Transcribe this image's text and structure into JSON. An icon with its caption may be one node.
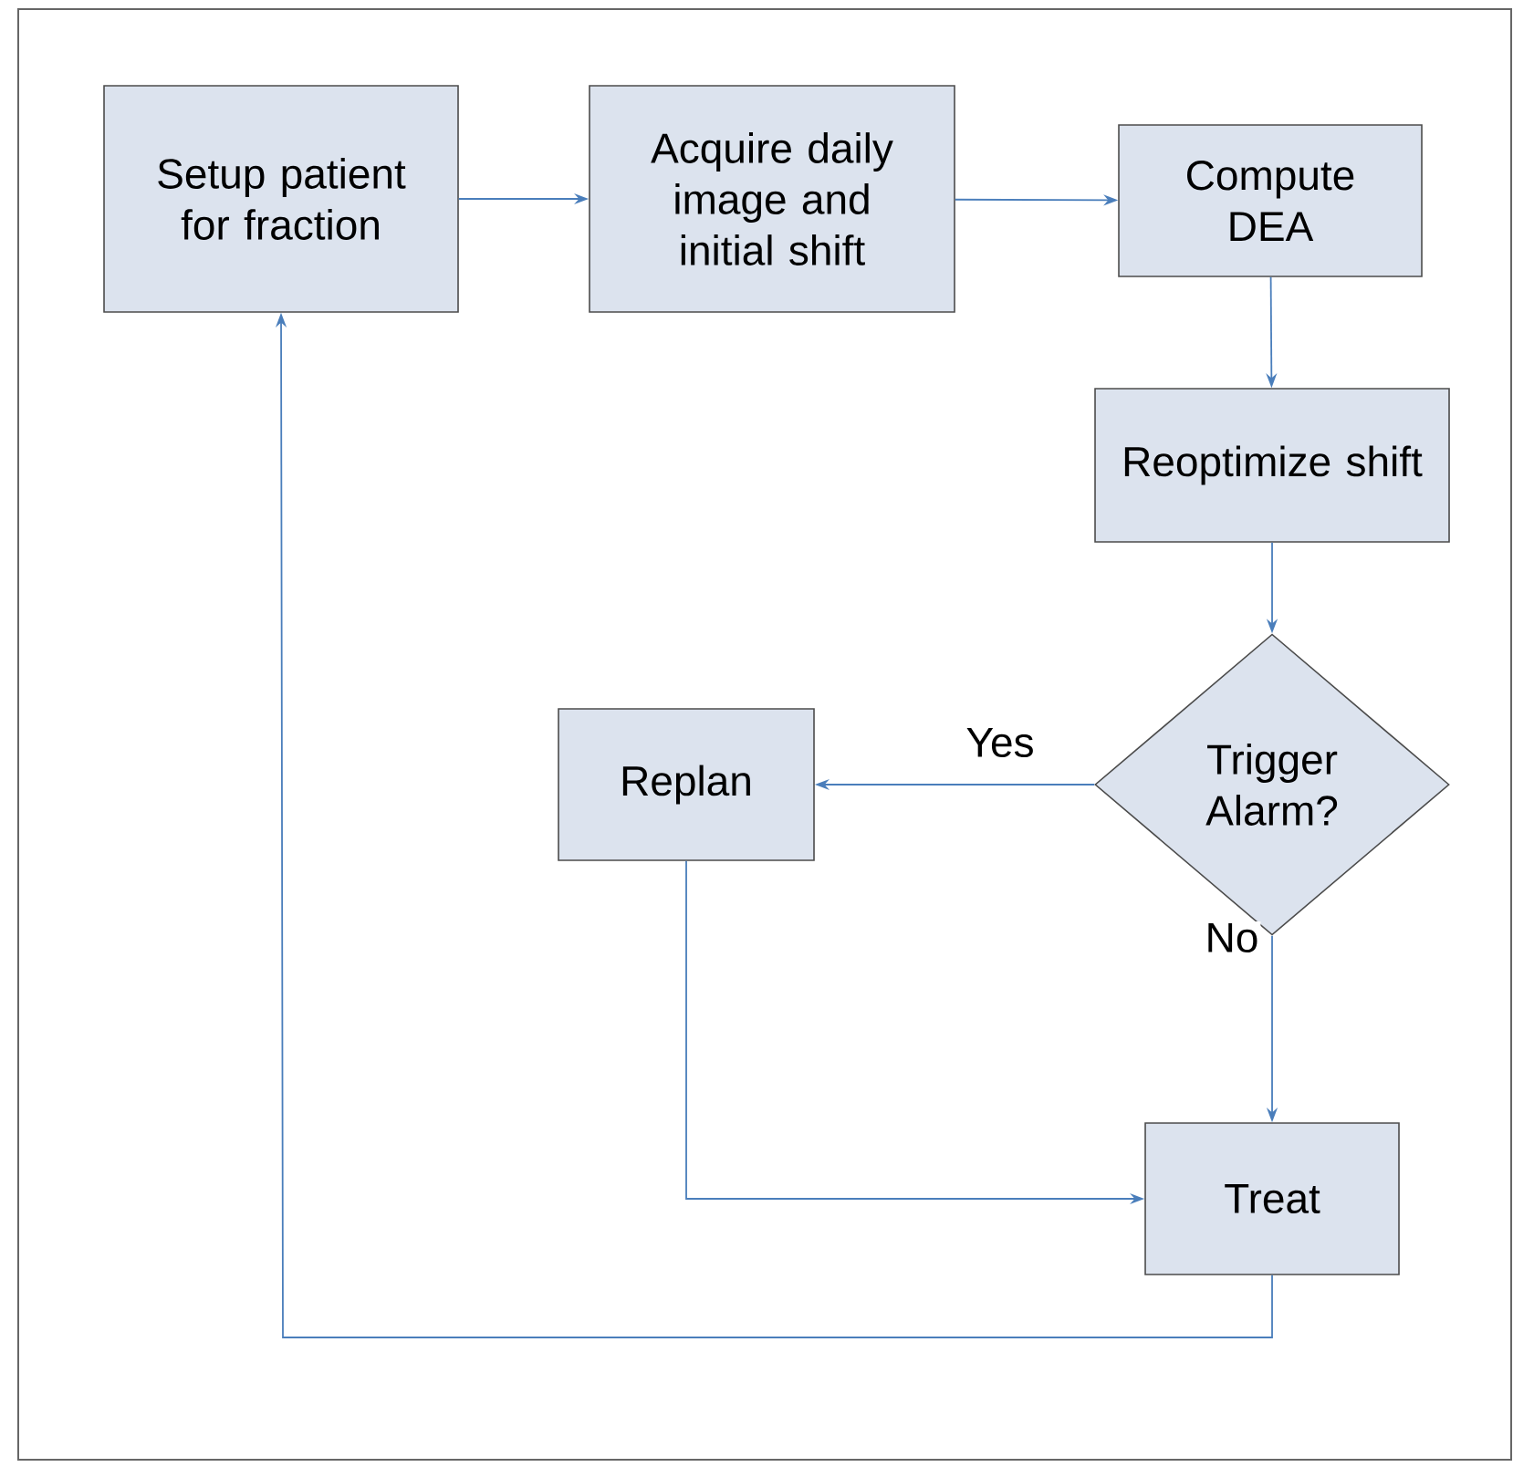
{
  "diagram": {
    "nodes": [
      {
        "text": [
          "Setup patient for fraction"
        ]
      },
      {
        "text": [
          "Acquire daily image and initial shift"
        ]
      },
      {
        "text": [
          "Compute DEA"
        ]
      },
      {
        "text": [
          "Reoptimize shift"
        ]
      },
      {
        "text": [
          "Trigger Alarm?"
        ]
      },
      {
        "text": [
          "Replan"
        ]
      },
      {
        "text": [
          "Treat"
        ]
      }
    ],
    "edges": [
      {
        "from": 0,
        "to": 1,
        "arrow": "to"
      },
      {
        "from": 1,
        "to": 2,
        "arrow": "to"
      },
      {
        "from": 2,
        "to": 3,
        "arrow": "to"
      },
      {
        "from": 3,
        "to": 4,
        "arrow": "to"
      },
      {
        "from": 4,
        "to": 5,
        "arrow": "to",
        "label": "Yes"
      },
      {
        "from": 4,
        "to": 6,
        "arrow": "to",
        "label": "No"
      },
      {
        "from": 5,
        "to": 6,
        "arrow": "to"
      },
      {
        "from": 6,
        "to": 0,
        "arrow": "to"
      }
    ]
  }
}
